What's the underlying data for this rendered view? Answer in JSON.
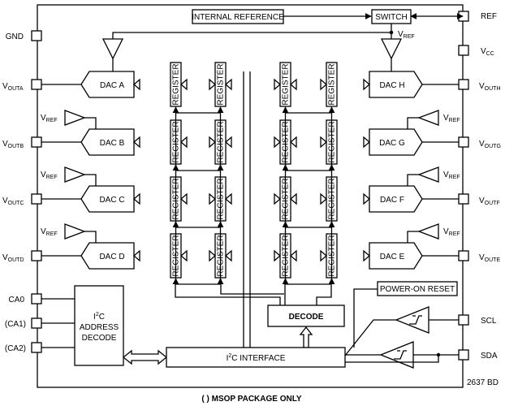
{
  "pins_left": [
    "GND",
    "V",
    "V",
    "V",
    "V",
    "CA0",
    "(CA1)",
    "(CA2)"
  ],
  "pins_left_sub": [
    "",
    "OUTA",
    "OUTB",
    "OUTC",
    "OUTD",
    "",
    "",
    ""
  ],
  "pins_right": [
    "REF",
    "V",
    "V",
    "V",
    "V",
    "V",
    "SCL",
    "SDA"
  ],
  "pins_right_sub": [
    "",
    "CC",
    "OUTH",
    "OUTG",
    "OUTF",
    "OUTE",
    "",
    ""
  ],
  "dacs_left": [
    "DAC A",
    "DAC B",
    "DAC C",
    "DAC D"
  ],
  "dacs_right": [
    "DAC H",
    "DAC G",
    "DAC F",
    "DAC E"
  ],
  "register_label": "REGISTER",
  "vref_main": "V",
  "vref_sub": "REF",
  "internal_reference": "INTERNAL REFERENCE",
  "switch": "SWITCH",
  "power_on_reset": "POWER-ON RESET",
  "decode": "DECODE",
  "i2c_prefix": "I",
  "i2c_sup": "2",
  "i2c_interface_suffix": "C INTERFACE",
  "address_decode_line1_suffix": "C",
  "address_decode_line2": "ADDRESS",
  "address_decode_line3": "DECODE",
  "doc_code": "2637 BD",
  "footnote": "( ) MSOP PACKAGE ONLY"
}
